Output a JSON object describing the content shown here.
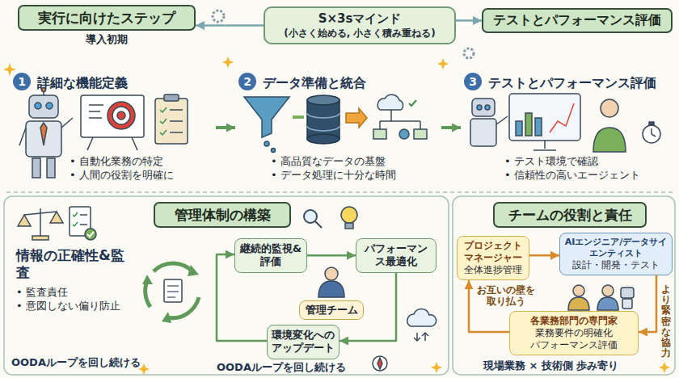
{
  "diagram": {
    "nodes": [
      {
        "text": [
          "実行に向けたステップ",
          "導入初期"
        ]
      },
      {
        "text": [
          "S×3sマインド",
          "(小さく始める, 小さく積み重ねる)"
        ]
      },
      {
        "text": [
          "テストとパフォーマンス評価"
        ]
      },
      {
        "text": [
          "1",
          "詳細な機能定義",
          "• 自動化業務の特定",
          "• 人間の役割を明確に"
        ]
      },
      {
        "text": [
          "2",
          "データ準備と統合",
          "• 高品質なデータの基盤",
          "• データ処理に十分な時間"
        ]
      },
      {
        "text": [
          "3",
          "テストとパフォーマンス評価",
          "• テスト環境で確認",
          "• 信頼性の高いエージェント"
        ]
      },
      {
        "text": [
          "管理体制の構築"
        ]
      },
      {
        "text": [
          "情報の正確性&監査",
          "• 監査責任",
          "• 意図しない偏り防止"
        ]
      },
      {
        "text": [
          "継続的監視&評価"
        ]
      },
      {
        "text": [
          "パフォーマンス最適化"
        ]
      },
      {
        "text": [
          "環境変化へのアップデート"
        ]
      },
      {
        "text": [
          "管理チーム"
        ]
      },
      {
        "text": [
          "チームの役割と責任"
        ]
      },
      {
        "text": [
          "プロジェクトマネージャー",
          "全体進捗管理"
        ]
      },
      {
        "text": [
          "AIエンジニア/データサイエンティスト",
          "設計・開発・テスト"
        ]
      },
      {
        "text": [
          "各業務部門の専門家",
          "業務要件の明確化 パフォーマンス評価"
        ]
      }
    ],
    "edges": [
      {
        "from": 1,
        "to": 0,
        "arrow": "to"
      },
      {
        "from": 1,
        "to": 2,
        "arrow": "to"
      },
      {
        "from": 3,
        "to": 4,
        "arrow": "to"
      },
      {
        "from": 4,
        "to": 5,
        "arrow": "to"
      },
      {
        "from": 8,
        "to": 9,
        "arrow": "to"
      },
      {
        "from": 9,
        "to": 10,
        "arrow": "to"
      },
      {
        "from": 10,
        "to": 8,
        "arrow": "to"
      },
      {
        "from": 13,
        "to": 14,
        "arrow": "to"
      },
      {
        "from": 14,
        "to": 15,
        "label": "より緊密な協力",
        "arrow": "to"
      },
      {
        "from": 15,
        "to": 13,
        "label": "お互いの壁を取り払う",
        "arrow": "to"
      }
    ],
    "labels": [
      "OODAループを回し続ける",
      "OODAループを回し続ける",
      "現場業務 × 技術側 歩み寄り"
    ]
  }
}
